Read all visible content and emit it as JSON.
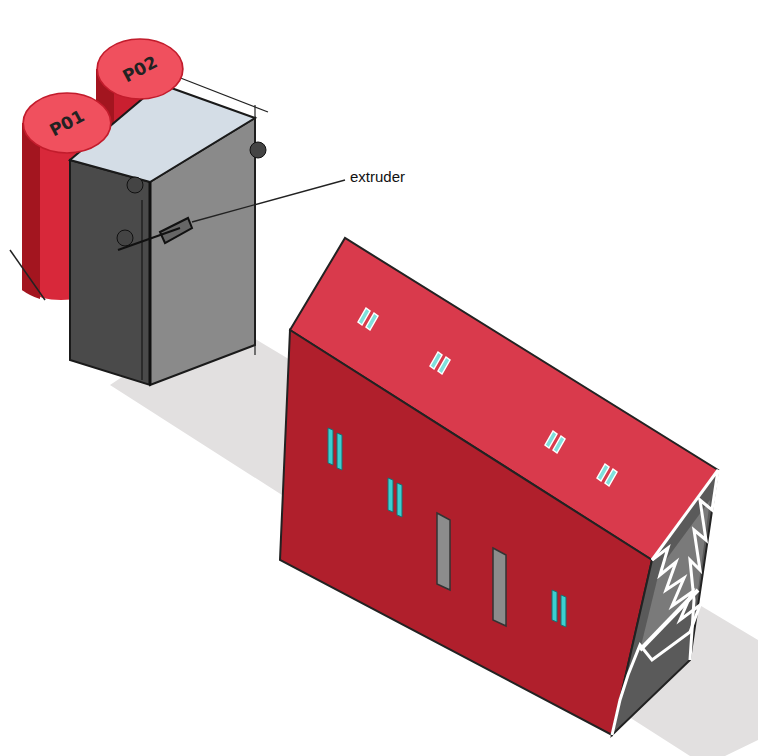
{
  "diagram": {
    "nodes": [
      {
        "text": [
          "P01"
        ]
      },
      {
        "text": [
          "P02"
        ]
      }
    ],
    "labels": [
      "extruder"
    ]
  }
}
